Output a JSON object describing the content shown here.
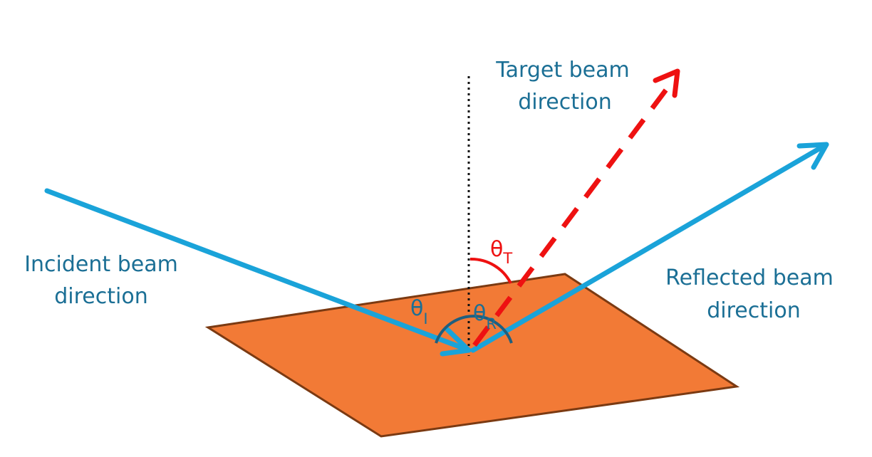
{
  "labels": {
    "incident_line1": "Incident beam",
    "incident_line2": "direction",
    "target_line1": "Target beam",
    "target_line2": "direction",
    "reflected_line1": "Reflected beam",
    "reflected_line2": "direction"
  },
  "angles": {
    "incident": {
      "symbol": "θ",
      "subscript": "I"
    },
    "reflected": {
      "symbol": "θ",
      "subscript": "R"
    },
    "target": {
      "symbol": "θ",
      "subscript": "T"
    }
  },
  "colors": {
    "plane_fill": "#f27a36",
    "plane_edge": "#7b3a12",
    "beam": "#1aa3d9",
    "target_beam": "#ee1111",
    "label_blue": "#1b6f95",
    "angle_arc_blue": "#1f5f7f",
    "normal_line": "#111111"
  }
}
